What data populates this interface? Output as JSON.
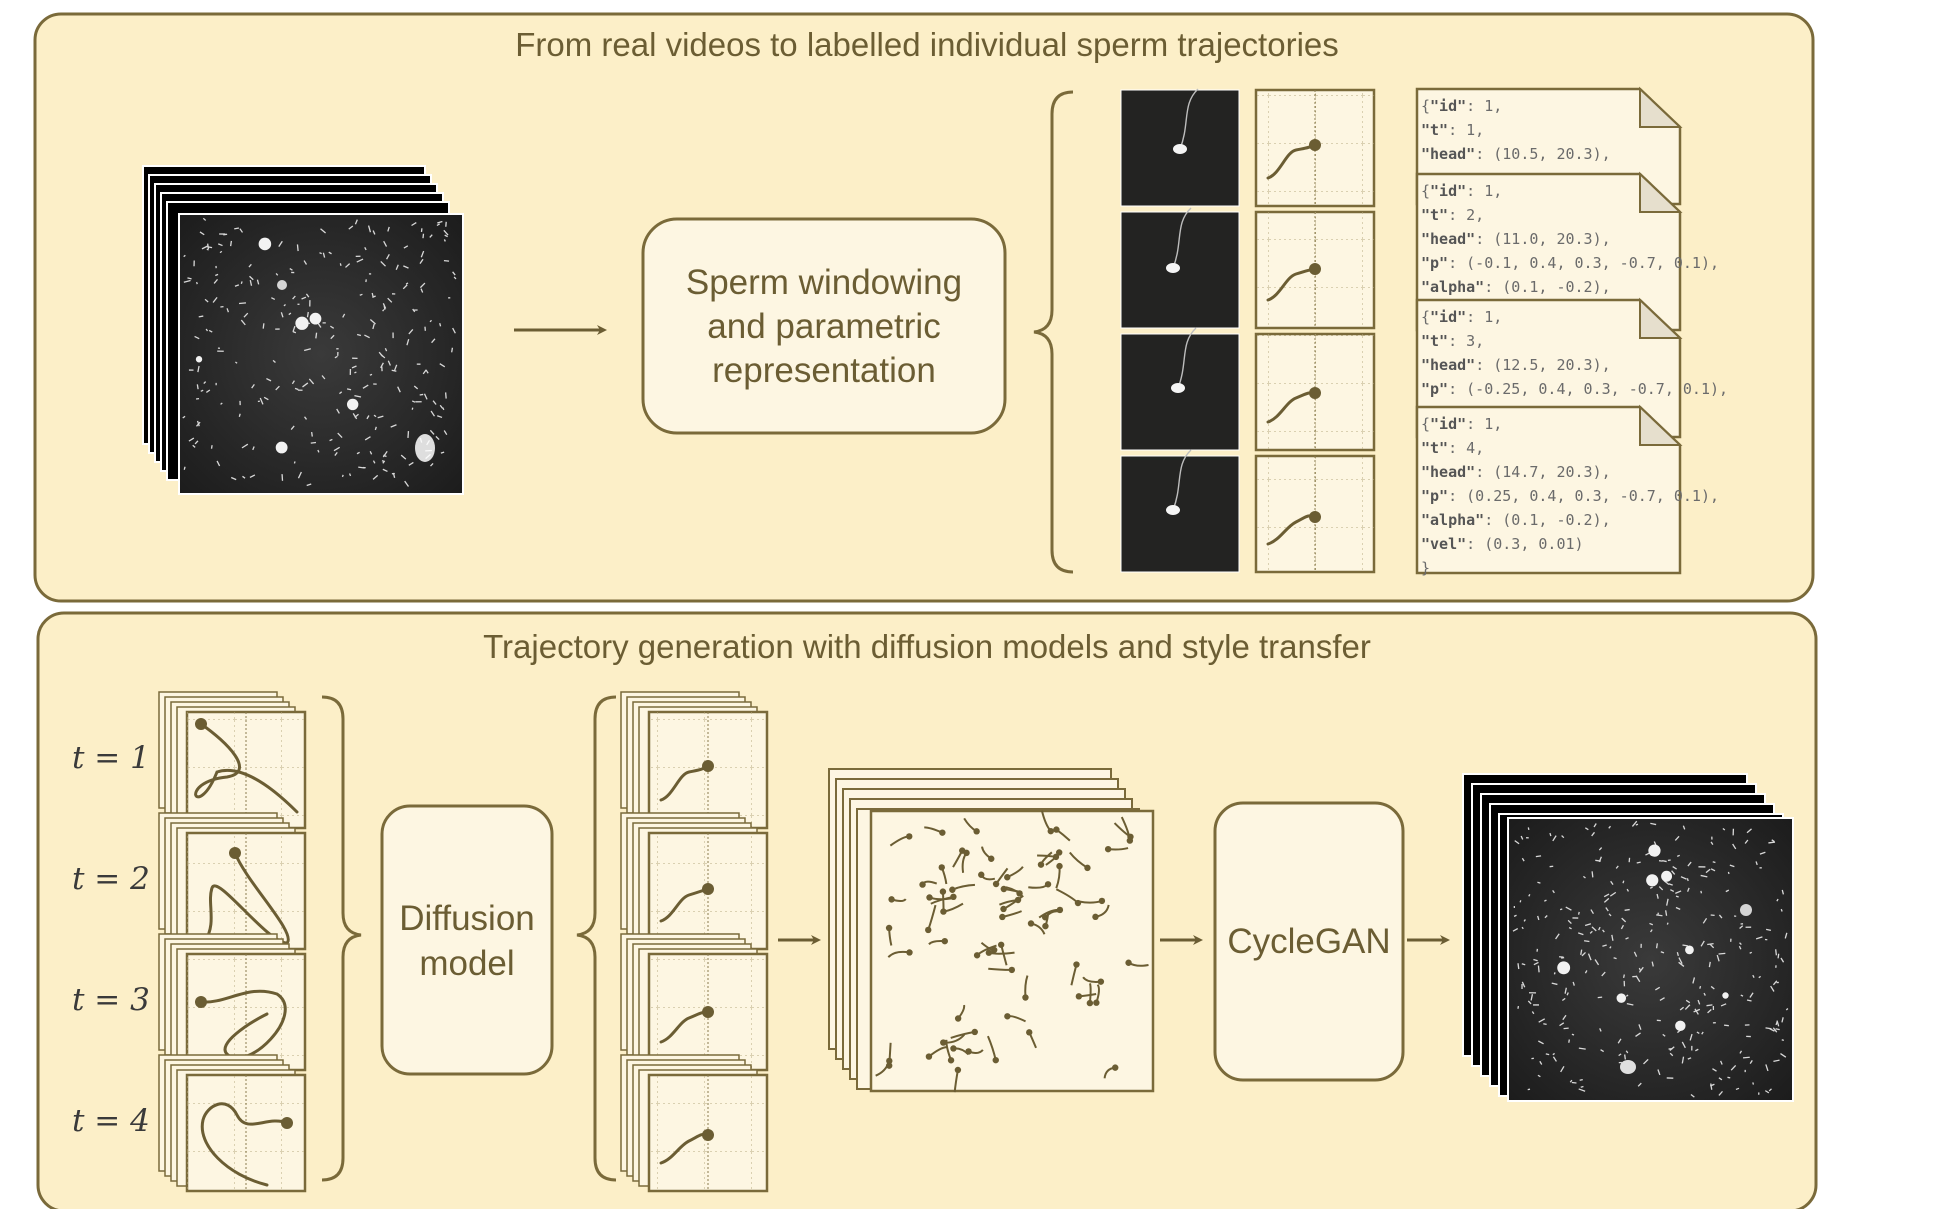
{
  "panels": {
    "top": {
      "title": "From real videos to labelled individual sperm trajectories"
    },
    "bottom": {
      "title": "Trajectory generation with diffusion models and style transfer"
    }
  },
  "boxes": {
    "windowing": [
      "Sperm windowing",
      "and parametric",
      "representation"
    ],
    "diffusion": [
      "Diffusion",
      "model"
    ],
    "cyclegan": [
      "CycleGAN"
    ]
  },
  "time_labels": [
    "t = 1",
    "t = 2",
    "t = 3",
    "t = 4"
  ],
  "json_docs": [
    {
      "lines": [
        [
          [
            "{",
            ""
          ],
          [
            "\"id\"",
            "key"
          ],
          [
            ": 1,",
            ""
          ]
        ],
        [
          [
            " ",
            ""
          ],
          [
            "\"t\"",
            "key"
          ],
          [
            ": 1,",
            ""
          ]
        ],
        [
          [
            "\"head\"",
            "key"
          ],
          [
            ":  (10.5,  20.3),",
            ""
          ]
        ]
      ]
    },
    {
      "lines": [
        [
          [
            "{",
            ""
          ],
          [
            "\"id\"",
            "key"
          ],
          [
            ": 1,",
            ""
          ]
        ],
        [
          [
            " ",
            ""
          ],
          [
            "\"t\"",
            "key"
          ],
          [
            ": 2,",
            ""
          ]
        ],
        [
          [
            "\"head\"",
            "key"
          ],
          [
            ":  (11.0,  20.3),",
            ""
          ]
        ],
        [
          [
            " ",
            ""
          ],
          [
            "\"p\"",
            "key"
          ],
          [
            ":  (-0.1, 0.4, 0.3, -0.7, 0.1),",
            ""
          ]
        ],
        [
          [
            " ",
            ""
          ],
          [
            "\"alpha\"",
            "key"
          ],
          [
            ":  (0.1, -0.2),",
            ""
          ]
        ]
      ]
    },
    {
      "lines": [
        [
          [
            "{",
            ""
          ],
          [
            "\"id\"",
            "key"
          ],
          [
            ": 1,",
            ""
          ]
        ],
        [
          [
            " ",
            ""
          ],
          [
            "\"t\"",
            "key"
          ],
          [
            ": 3,",
            ""
          ]
        ],
        [
          [
            "\"head\"",
            "key"
          ],
          [
            ":  (12.5,  20.3),",
            ""
          ]
        ],
        [
          [
            " ",
            ""
          ],
          [
            "\"p\"",
            "key"
          ],
          [
            ":  (-0.25, 0.4, 0.3, -0.7, 0.1),",
            ""
          ]
        ]
      ]
    },
    {
      "lines": [
        [
          [
            "{",
            ""
          ],
          [
            "\"id\"",
            "key"
          ],
          [
            ": 1,",
            ""
          ]
        ],
        [
          [
            " ",
            ""
          ],
          [
            "\"t\"",
            "key"
          ],
          [
            ": 4,",
            ""
          ]
        ],
        [
          [
            "\"head\"",
            "key"
          ],
          [
            ":  (14.7,  20.3),",
            ""
          ]
        ],
        [
          [
            " ",
            ""
          ],
          [
            "\"p\"",
            "key"
          ],
          [
            ":  (0.25, 0.4, 0.3, -0.7, 0.1),",
            ""
          ]
        ],
        [
          [
            " ",
            ""
          ],
          [
            "\"alpha\"",
            "key"
          ],
          [
            ":  (0.1, -0.2),",
            ""
          ]
        ],
        [
          [
            " ",
            ""
          ],
          [
            "\"vel\"",
            "key"
          ],
          [
            ":  (0.3, 0.01)",
            ""
          ]
        ],
        [
          [
            "}",
            ""
          ]
        ]
      ]
    }
  ],
  "colors": {
    "panel_fill": "#fcefc8",
    "panel_stroke": "#7a6a3a",
    "box_fill": "#fdf6e2",
    "accent": "#6b5d33",
    "frame_dark": "#1c1c1c"
  }
}
